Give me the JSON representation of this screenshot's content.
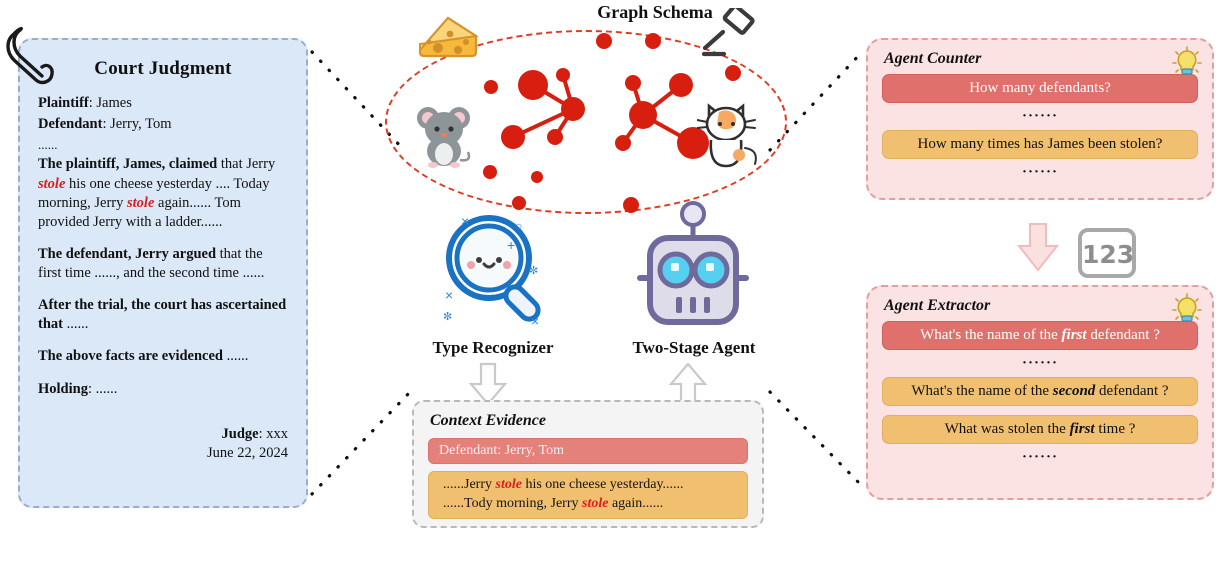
{
  "court_judgment": {
    "title": "Court Judgment",
    "icon": "paperclip-icon",
    "lines": {
      "plaintiff_label": "Plaintiff",
      "plaintiff_value": ": James",
      "defendant_label": "Defendant",
      "defendant_value": ": Jerry, Tom",
      "ellipsis": "......",
      "claim_bold": "The plaintiff, James, claimed",
      "claim_rest_1": " that Jerry ",
      "claim_stole_1": "stole",
      "claim_rest_2": " his one cheese yesterday .... Today morning, Jerry ",
      "claim_stole_2": "stole",
      "claim_rest_3": " again...... Tom provided Jerry with a ladder......",
      "argued_bold": "The defendant, Jerry argued",
      "argued_rest": " that the first time ......, and the second time ......",
      "trial_bold": "After the trial, the court has ascertained that",
      "trial_rest": " ......",
      "facts_bold": "The above facts are evidenced",
      "facts_rest": " ......",
      "holding_bold": "Holding",
      "holding_rest": ": ......",
      "judge_label": "Judge",
      "judge_value": ": xxx",
      "date": "June 22, 2024"
    }
  },
  "graph_schema": {
    "title": "Graph Schema",
    "ellipse_color": "#e03a22",
    "node_color": "#d81f0f",
    "icons": [
      "cheese-icon",
      "gavel-icon",
      "mouse-icon",
      "cat-icon"
    ]
  },
  "modules": {
    "type_recognizer": {
      "label": "Type Recognizer",
      "icon": "magnifier-icon"
    },
    "two_stage_agent": {
      "label": "Two-Stage Agent",
      "icon": "robot-icon"
    }
  },
  "context_evidence": {
    "title": "Context Evidence",
    "red_bar": "Defendant: Jerry, Tom",
    "orange_line_1_pre": "......Jerry ",
    "orange_line_1_stole": "stole",
    "orange_line_1_post": " his one cheese yesterday......",
    "orange_line_2_pre": "......Tody morning, Jerry ",
    "orange_line_2_stole": "stole",
    "orange_line_2_post": " again......"
  },
  "agent_counter": {
    "title": "Agent Counter",
    "icon": "lightbulb-icon",
    "items": [
      {
        "type": "red",
        "text": "How many defendants?"
      },
      {
        "type": "ellipsis",
        "text": "······"
      },
      {
        "type": "orange",
        "text": "How many times has James been stolen?"
      },
      {
        "type": "ellipsis",
        "text": "······"
      }
    ]
  },
  "agent_extractor": {
    "title": "Agent Extractor",
    "icon": "lightbulb-icon",
    "items": [
      {
        "type": "red",
        "pre": "What's the name of the ",
        "em": "first",
        "post": " defendant ?"
      },
      {
        "type": "ellipsis",
        "text": "······"
      },
      {
        "type": "orange",
        "pre": "What's the name of the ",
        "em": "second",
        "post": " defendant ?"
      },
      {
        "type": "orange",
        "pre": "What was stolen the ",
        "em": "first",
        "post": " time ?"
      },
      {
        "type": "ellipsis",
        "text": "······"
      }
    ]
  },
  "counter_badge": {
    "label": "123"
  },
  "colors": {
    "card_blue": "#dbe8f8",
    "panel_pink": "#fbe3e3",
    "bar_red": "#e0706c",
    "bar_orange": "#f0bf6f",
    "graph_red": "#d81f0f",
    "highlight_red": "#d81f1f"
  }
}
